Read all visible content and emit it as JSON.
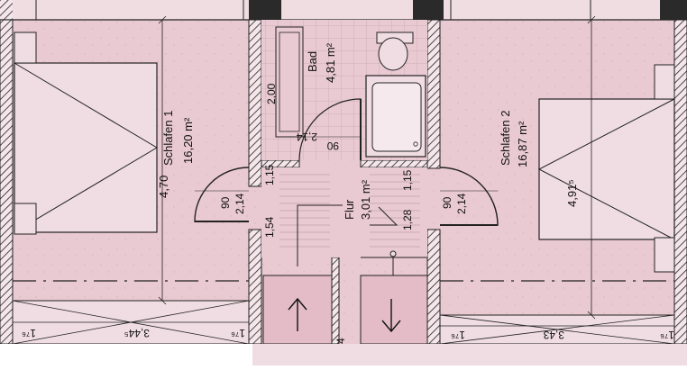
{
  "rooms": {
    "bedroom1": {
      "name": "Schlafen 1",
      "area": "16,20 m²"
    },
    "bath": {
      "name": "Bad",
      "area": "4,81 m²"
    },
    "hall": {
      "name": "Flur",
      "area": "3,01 m²"
    },
    "bedroom2": {
      "name": "Schlafen 2",
      "area": "16,87 m²"
    }
  },
  "dimensions": {
    "bed1_height": "4,70",
    "bed2_height": "4,91⁵",
    "bath_width_top": "2,00",
    "bath_door": "2,14",
    "bath_door_90": "90",
    "left_door_90": "90",
    "left_door_214": "2,14",
    "left_door_115": "1,15",
    "right_door_90": "90",
    "right_door_214": "2,14",
    "right_door_115": "1,15",
    "hall_154": "1,54",
    "hall_128": "1,28",
    "bottom_left_176a": "1⁷⁶",
    "bottom_left_344": "3,44⁵",
    "bottom_left_176b": "1⁷⁶",
    "bottom_right_176a": "1⁷⁶",
    "bottom_right_343": "3,43",
    "bottom_right_176b": "1⁷⁶",
    "stair_mid": "1,4"
  },
  "colors": {
    "room_fill": "#e9c9d2",
    "stair_fill": "#e4bcc8",
    "wall_hatch": "#222222",
    "line": "#1a1a1a"
  },
  "icons": {
    "stair_up": "arrow-up-icon",
    "stair_down": "arrow-down-icon"
  }
}
